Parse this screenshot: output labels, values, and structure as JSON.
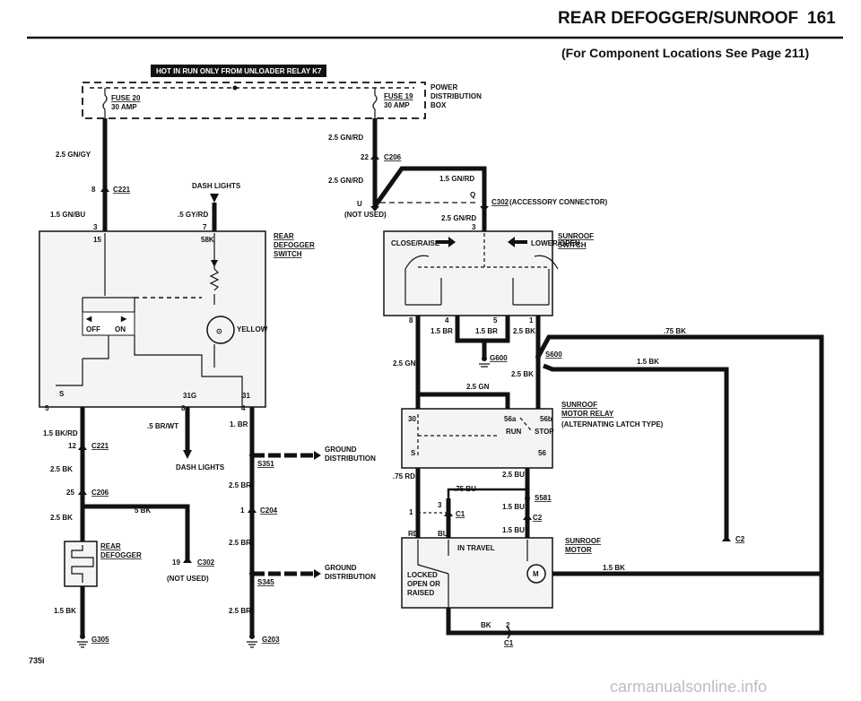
{
  "header": {
    "title": "REAR DEFOGGER/SUNROOF",
    "page_number": "161",
    "subtitle": "(For Component Locations See Page 211)"
  },
  "footer": {
    "model": "735i",
    "watermark": "carmanualsonline.info"
  },
  "banner": "HOT IN RUN ONLY FROM UNLOADER RELAY K7",
  "power_box": {
    "label_line1": "POWER",
    "label_line2": "DISTRIBUTION",
    "label_line3": "BOX",
    "fuse20_name": "FUSE 20",
    "fuse20_rating": "30 AMP",
    "fuse19_name": "FUSE 19",
    "fuse19_rating": "30 AMP"
  },
  "left": {
    "wire_gn_gy": "2.5 GN/GY",
    "conn_c221_pin": "8",
    "conn_c221": "C221",
    "wire_gn_bu": "1.5 GN/BU",
    "pin3": "3",
    "dash_lights": "DASH LIGHTS",
    "wire_gy_rd": ".5 GY/RD",
    "pin7": "7",
    "pin15": "15",
    "pin58k": "58K",
    "switch_line1": "REAR",
    "switch_line2": "DEFOGGER",
    "switch_line3": "SWITCH",
    "off": "OFF",
    "on": "ON",
    "yellow": "YELLOW",
    "s_label": "S",
    "pin31g": "31G",
    "pin31": "31",
    "pin5": "5",
    "pin8": "8",
    "pin4": "4",
    "wire_bk_rd": "1.5 BK/RD",
    "wire_br_wt": ".5 BR/WT",
    "wire_br1": "1. BR",
    "conn12": "12",
    "conn_c221b": "C221",
    "wire_bk1": "2.5 BK",
    "dash_lights2": "DASH LIGHTS",
    "ground_dist1": "GROUND",
    "ground_dist1b": "DISTRIBUTION",
    "s351": "S351",
    "wire_br2": "2.5 BR",
    "conn25": "25",
    "c206": "C206",
    "wire_bk2": "2.5 BK",
    "wire_5bk": "5 BK",
    "c204_pin": "1",
    "c204": "C204",
    "wire_br3": "2.5 BR",
    "defog_line1": "REAR",
    "defog_line2": "DEFOGGER",
    "c302_pin": "19",
    "c302": "C302",
    "not_used": "(NOT USED)",
    "ground_dist2": "GROUND",
    "ground_dist2b": "DISTRIBUTION",
    "s345": "S345",
    "wire_bk3": "1.5 BK",
    "wire_br4": "2.5 BR",
    "g305": "G305",
    "g203": "G203"
  },
  "right": {
    "wire_gn_rd1": "2.5 GN/RD",
    "c206_pin": "22",
    "c206": "C206",
    "wire_gn_rd2": "2.5 GN/RD",
    "wire_gn_rd3": "1.5 GN/RD",
    "u_label": "U",
    "q_label": "Q",
    "not_used": "(NOT USED)",
    "c302": "C302",
    "c302_desc": "(ACCESSORY CONNECTOR)",
    "wire_gn_rd4": "2.5 GN/RD",
    "pin3": "3",
    "close_raise": "CLOSE/RAISE",
    "lower_open": "LOWER/OPEN",
    "sr_switch1": "SUNROOF",
    "sr_switch2": "SWITCH",
    "pin8": "8",
    "pin4": "4",
    "pin5": "5",
    "pin1": "1",
    "wire_br_a": "1.5 BR",
    "wire_br_b": "1.5 BR",
    "wire_bk_a": "2.5 BK",
    "wire_75bk": ".75 BK",
    "g600": "G600",
    "s600": "S600",
    "wire_gn_a": "2.5 GN",
    "wire_bk_b": "2.5 BK",
    "wire_15bk": "1.5 BK",
    "wire_gn_b": "2.5 GN",
    "relay1": "SUNROOF",
    "relay2": "MOTOR RELAY",
    "relay3": "(ALTERNATING LATCH TYPE)",
    "pin30": "30",
    "pin56a": "56a",
    "pin56b": "56b",
    "run": "RUN",
    "stop": "STOP",
    "s_label": "S",
    "pin56": "56",
    "wire_75rd": ".75 RD",
    "wire_bu_a": "2.5 BU",
    "wire_75bu": ".75 BU",
    "s581": "S581",
    "c1_pin": "3",
    "pin1b": "1",
    "c1": "C1",
    "wire_bu_b": "1.5 BU",
    "c2": "C2",
    "rd": "RD",
    "bu": "BU",
    "wire_bu_c": "1.5 BU",
    "in_travel": "IN TRAVEL",
    "locked1": "LOCKED",
    "locked2": "OPEN OR",
    "locked3": "RAISED",
    "motor1": "SUNROOF",
    "motor2": "MOTOR",
    "motor_sym": "M",
    "wire_15bk_b": "1.5 BK",
    "c2b": "C2",
    "bk": "BK",
    "c1_pin2": "2",
    "c1b": "C1"
  }
}
